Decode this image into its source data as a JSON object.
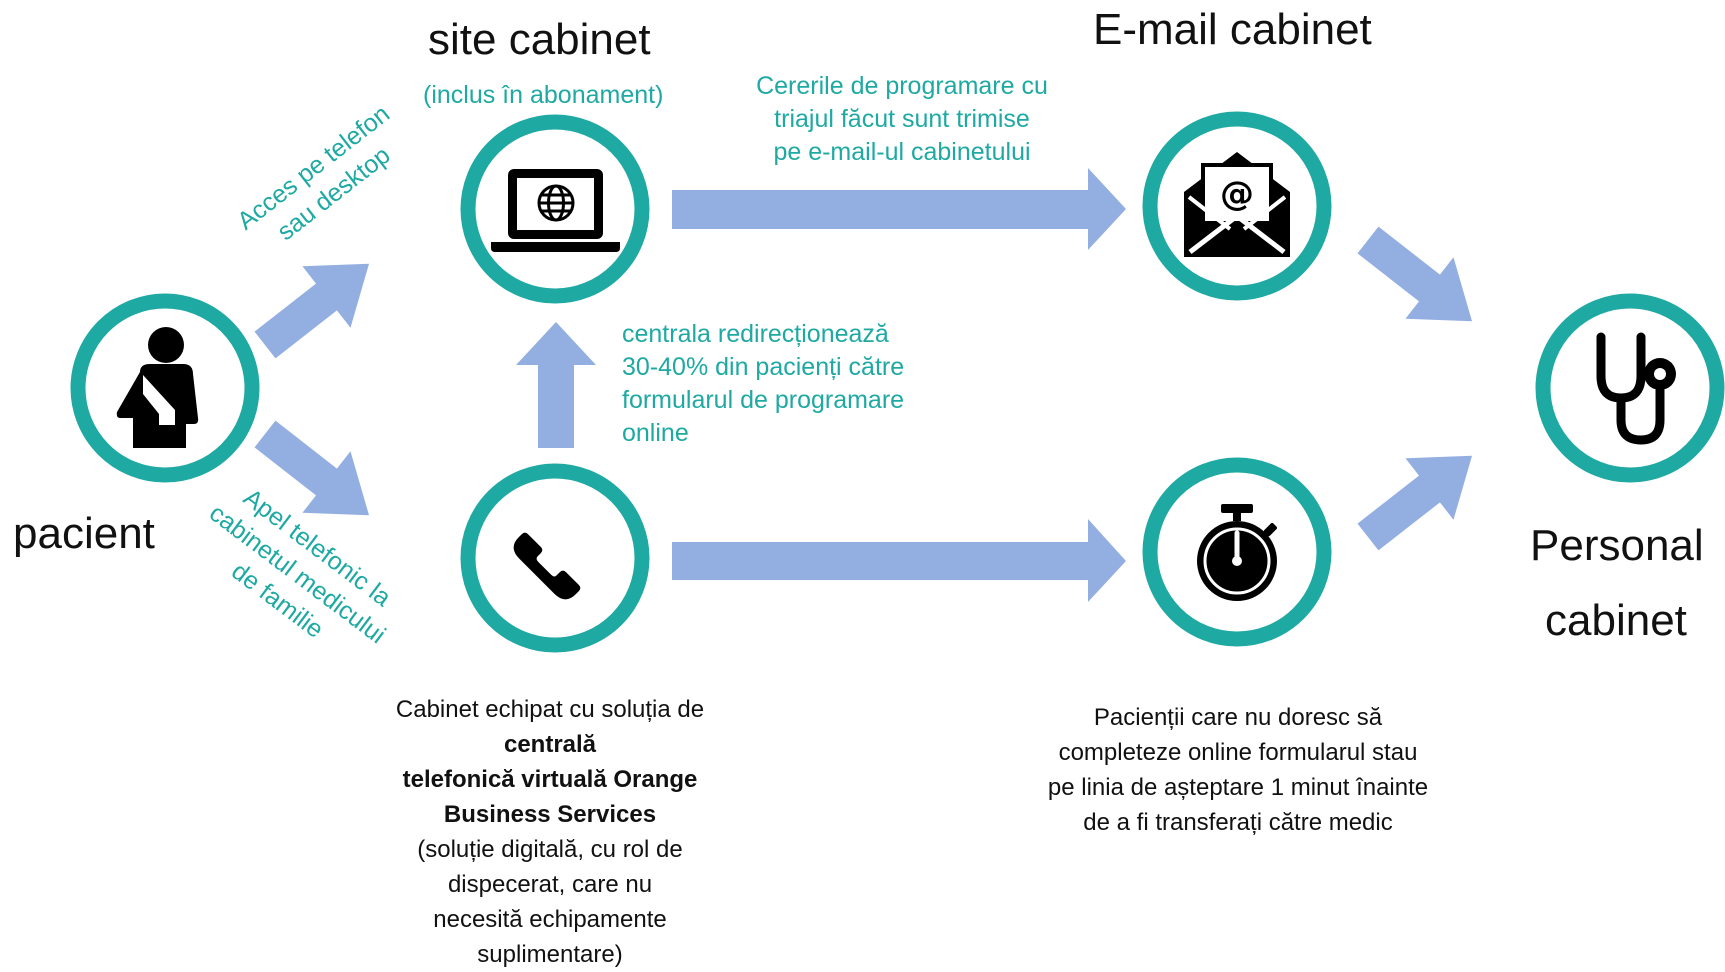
{
  "colors": {
    "ring": "#1fa9a3",
    "arrow": "#93aee0",
    "icon": "#000000",
    "accent_text": "#1fa9a3",
    "text": "#111111"
  },
  "nodes": {
    "pacient": {
      "label": "pacient",
      "icon": "person-arm-sling-icon"
    },
    "site": {
      "label": "site cabinet",
      "sublabel": "(inclus în abonament)",
      "icon": "laptop-globe-icon"
    },
    "phone": {
      "icon": "phone-handset-icon"
    },
    "email": {
      "label": "E-mail cabinet",
      "icon": "email-envelope-icon"
    },
    "timer": {
      "icon": "stopwatch-icon"
    },
    "personal": {
      "label_line1": "Personal",
      "label_line2": "cabinet",
      "icon": "stethoscope-icon"
    }
  },
  "edges": {
    "pacient_site": {
      "line1": "Acces pe telefon",
      "line2": "sau desktop"
    },
    "pacient_phone": {
      "line1": "Apel telefonic la",
      "line2": "cabinetul medicului",
      "line3": "de familie"
    },
    "site_email": {
      "line1": "Cererile de programare cu",
      "line2": "triajul făcut sunt trimise",
      "line3": "pe e-mail-ul cabinetului"
    },
    "phone_site": {
      "line1": "centrala redirecționează",
      "line2": "30-40% din pacienți către",
      "line3": "formularul de programare",
      "line4": "online"
    }
  },
  "notes": {
    "phone": {
      "l1_pre": "Cabinet echipat cu soluția de ",
      "l1_bold": "centrală",
      "l2_bold": "telefonică virtuală Orange Business Services",
      "l3": "(soluție digitală, cu rol de dispecerat, care nu",
      "l4": "necesită echipamente suplimentare)"
    },
    "timer": {
      "l1": "Pacienții care nu doresc să",
      "l2": "completeze online formularul stau",
      "l3": "pe linia de așteptare 1 minut înainte",
      "l4": "de a fi transferați către medic"
    }
  }
}
